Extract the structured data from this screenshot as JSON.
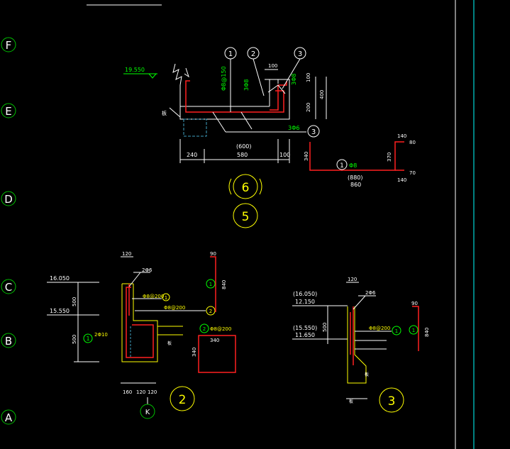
{
  "colors": {
    "background": "#000000",
    "grid_bubble": "#00c000",
    "rebar": "#ff2020",
    "annotation": "#00ff00",
    "callout": "#ffff00",
    "outline": "#ffffff",
    "border_line": "#00ffff",
    "hidden": "#40a0c0",
    "concrete_fill": "#c8c840"
  },
  "axis_labels": {
    "F": "F",
    "E": "E",
    "D": "D",
    "C": "C",
    "B": "B",
    "A": "A"
  },
  "detail_upper": {
    "elevation": "19.550",
    "bars": {
      "c1": "1",
      "c2": "2",
      "c3": "3"
    },
    "dims_right": {
      "d100": "100",
      "d400": "400",
      "d200": "200"
    },
    "dim_top": "100",
    "bar_marks": {
      "m1": "Φ8@150",
      "m2": "3Φ8",
      "m3": "3Φ8",
      "m4": "3Φ6"
    },
    "dims_bottom": {
      "d240": "240",
      "d600": "(600)",
      "d580": "580",
      "d100b": "100"
    },
    "detail_no_paren": "6",
    "detail_no": "5"
  },
  "bar_schedule_1": {
    "marker": "1",
    "label": "Φ8",
    "len_880": "(880)",
    "len_860": "860",
    "d340": "340",
    "d370": "370",
    "d140a": "140",
    "d80": "80",
    "d70": "70",
    "d140b": "140"
  },
  "detail_2": {
    "elev_top": "16.050",
    "elev_mid": "15.550",
    "dim_500": "500",
    "dim_500b": "500",
    "dim_120": "120",
    "top_bars": "2Φ6",
    "marker_1": "1",
    "marker_2": "2",
    "stirrup_1": "Φ8@200",
    "stirrup_2": "Φ8@200",
    "left_bars": "2Φ10",
    "left_marker": "1",
    "schedule_90": "90",
    "schedule_840": "840",
    "schedule_marker": "1",
    "box_marker": "2",
    "box_label": "Φ8@200",
    "box_340": "340",
    "box_340b": "340",
    "dims_bottom": {
      "d160": "160",
      "d120a": "120",
      "d120b": "120"
    },
    "axis": "K",
    "detail_no": "2"
  },
  "detail_3": {
    "elev_1": "(16.050)",
    "elev_2": "12.150",
    "elev_3": "(15.550)",
    "elev_4": "11.650",
    "dim_120": "120",
    "dim_500": "500",
    "top_bars": "2Φ6",
    "stirrup": "Φ8@200",
    "marker": "1",
    "schedule_90": "90",
    "schedule_840": "840",
    "schedule_marker": "1",
    "detail_no": "3"
  }
}
